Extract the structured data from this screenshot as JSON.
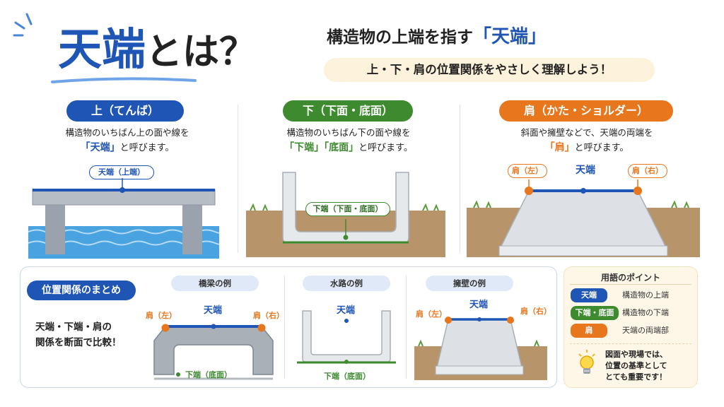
{
  "header": {
    "title_key": "天端",
    "title_rest": "とは？",
    "subtitle_pre": "構造物の上端を指す",
    "subtitle_key": "「天端」",
    "banner": "上・下・肩の位置関係をやさしく理解しよう！"
  },
  "panels": {
    "top": {
      "pill": "上（てんば）",
      "desc1": "構造物のいちばん上の面や線を",
      "desc2_key": "「天端」",
      "desc2_rest": "と呼びます。",
      "tag": "天端（上端）"
    },
    "bottom": {
      "pill": "下（下面・底面）",
      "desc1": "構造物のいちばん下の面や線を",
      "desc2_key": "「下端」「底面」",
      "desc2_rest": "と呼びます。",
      "tag": "下端（下面・底面）"
    },
    "shoulder": {
      "pill": "肩（かた・ショルダー）",
      "desc1": "斜面や擁壁などで、天端の両端を",
      "desc2_key": "「肩」",
      "desc2_rest": "と呼びます。",
      "tag_left": "肩（左）",
      "tag_center": "天端",
      "tag_right": "肩（右）"
    }
  },
  "summary": {
    "pill": "位置関係のまとめ",
    "text1": "天端・下端・肩の",
    "text2": "関係を断面で比較！",
    "bridge": {
      "title": "橋梁の例",
      "left": "肩（左）",
      "top": "天端",
      "right": "肩（右）",
      "bottom": "下端（底面）"
    },
    "channel": {
      "title": "水路の例",
      "top": "天端",
      "bottom": "下端（底面）"
    },
    "wall": {
      "title": "擁壁の例",
      "left": "肩（左）",
      "top": "天端",
      "right": "肩（右）"
    }
  },
  "legend": {
    "title": "用語のポイント",
    "items": [
      {
        "chip": "天端",
        "text": "構造物の上端",
        "color": "#1f55b5"
      },
      {
        "chip": "下端・底面",
        "text": "構造物の下端",
        "color": "#3d8a2f"
      },
      {
        "chip": "肩",
        "text": "天端の両端部",
        "color": "#e8761d"
      }
    ],
    "note1": "図面や現場では、",
    "note2": "位置の基準として",
    "note3": "とても重要です！"
  },
  "colors": {
    "blue": "#1f55b5",
    "green": "#3d8a2f",
    "orange": "#e8761d",
    "water": "#49a3e0",
    "soil": "#b7946a",
    "concrete": "#c7ccd2"
  }
}
